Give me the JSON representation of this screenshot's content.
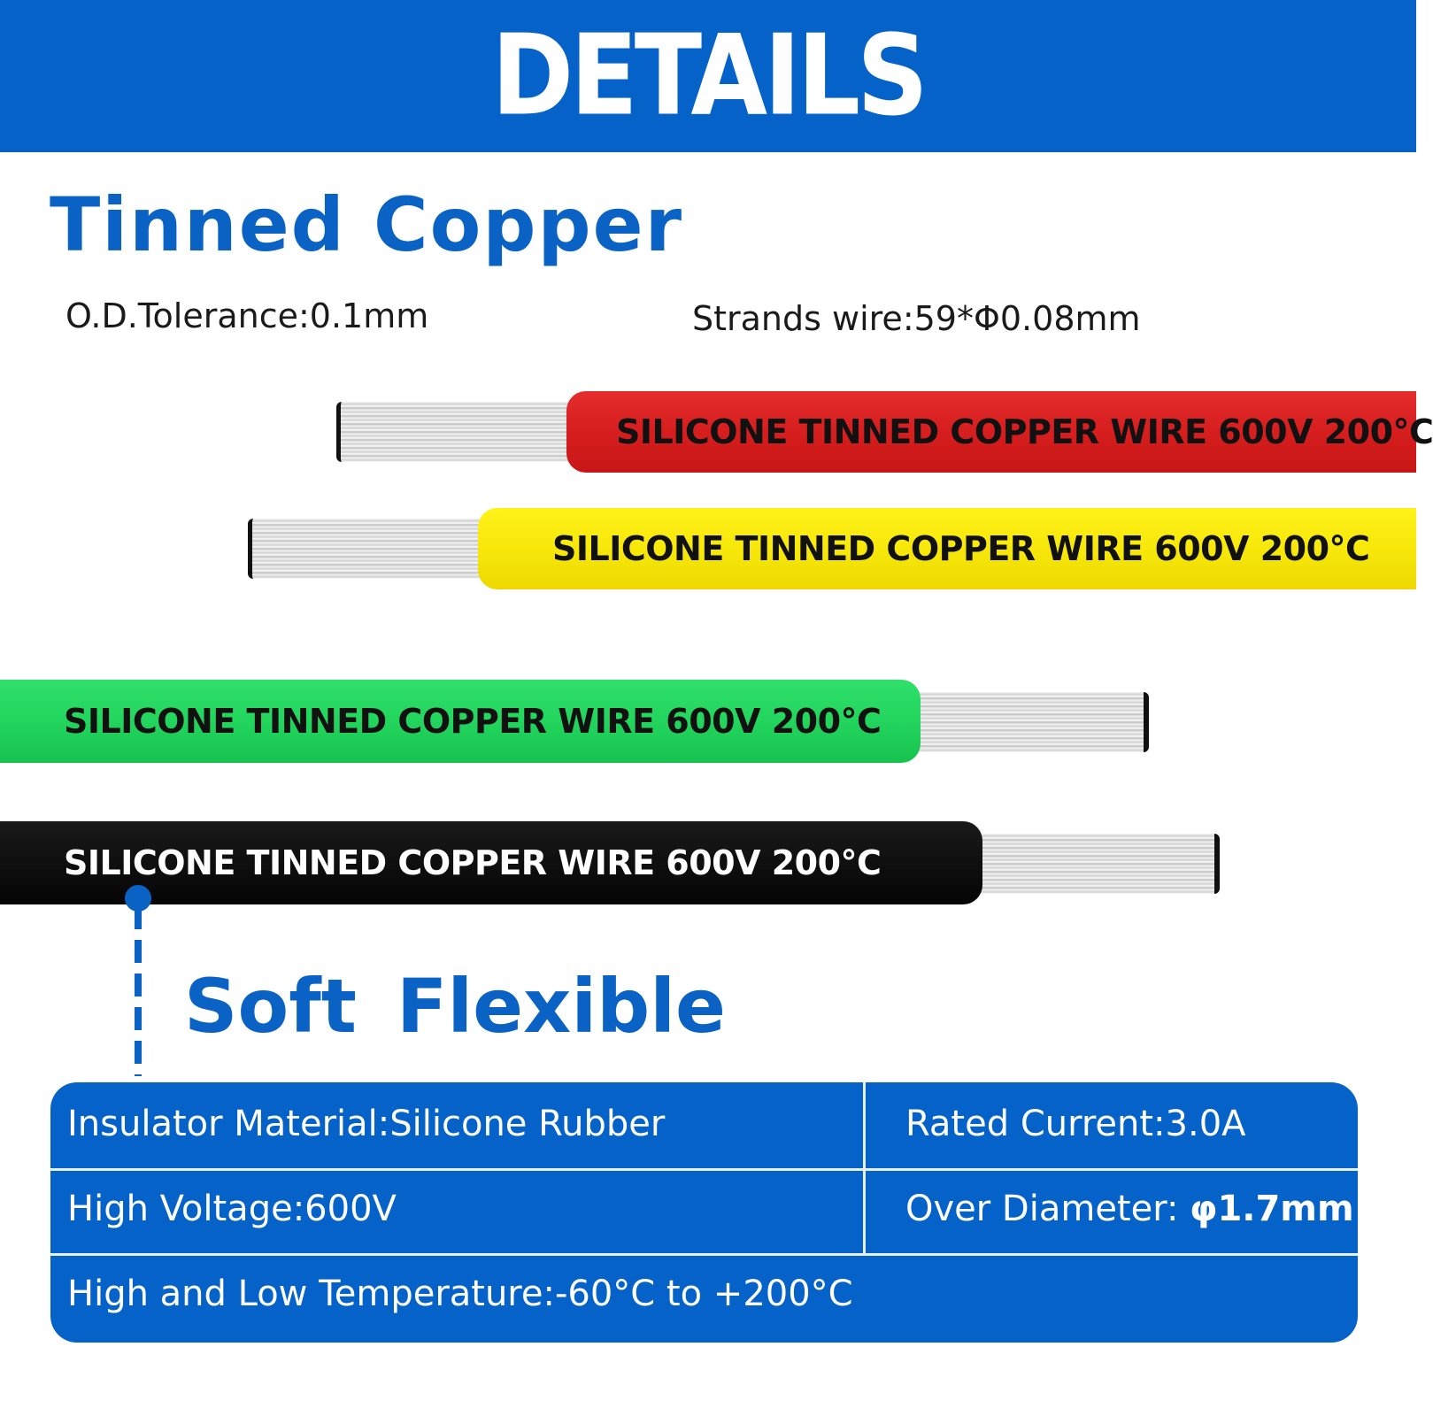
{
  "banner": {
    "title": "DETAILS"
  },
  "headings": {
    "material": "Tinned Copper",
    "feature_1": "Soft",
    "feature_2": "Flexible"
  },
  "specs_top": {
    "tolerance": "O.D.Tolerance:0.1mm",
    "strands": "Strands wire:59*Φ0.08mm"
  },
  "wires": [
    {
      "color": "red",
      "jacket_hex": "#d81f1f",
      "label": "SILICONE TINNED COPPER WIRE 600V 200°C"
    },
    {
      "color": "yellow",
      "jacket_hex": "#f7e80a",
      "label": "SILICONE TINNED COPPER WIRE 600V 200°C"
    },
    {
      "color": "green",
      "jacket_hex": "#22d55d",
      "label": "SILICONE TINNED COPPER WIRE 600V 200°C"
    },
    {
      "color": "black",
      "jacket_hex": "#0d0d0d",
      "label": "SILICONE TINNED COPPER WIRE 600V 200°C"
    }
  ],
  "spec_table": {
    "insulator": "Insulator Material:Silicone Rubber",
    "current": "Rated Current:3.0A",
    "voltage": "High Voltage:600V",
    "diameter_label": "Over Diameter: ",
    "diameter_value": "φ1.7mm",
    "temperature": "High and Low Temperature:-60°C to +200°C"
  },
  "colors": {
    "brand_blue": "#0562c8",
    "heading_blue": "#0a62c4"
  }
}
